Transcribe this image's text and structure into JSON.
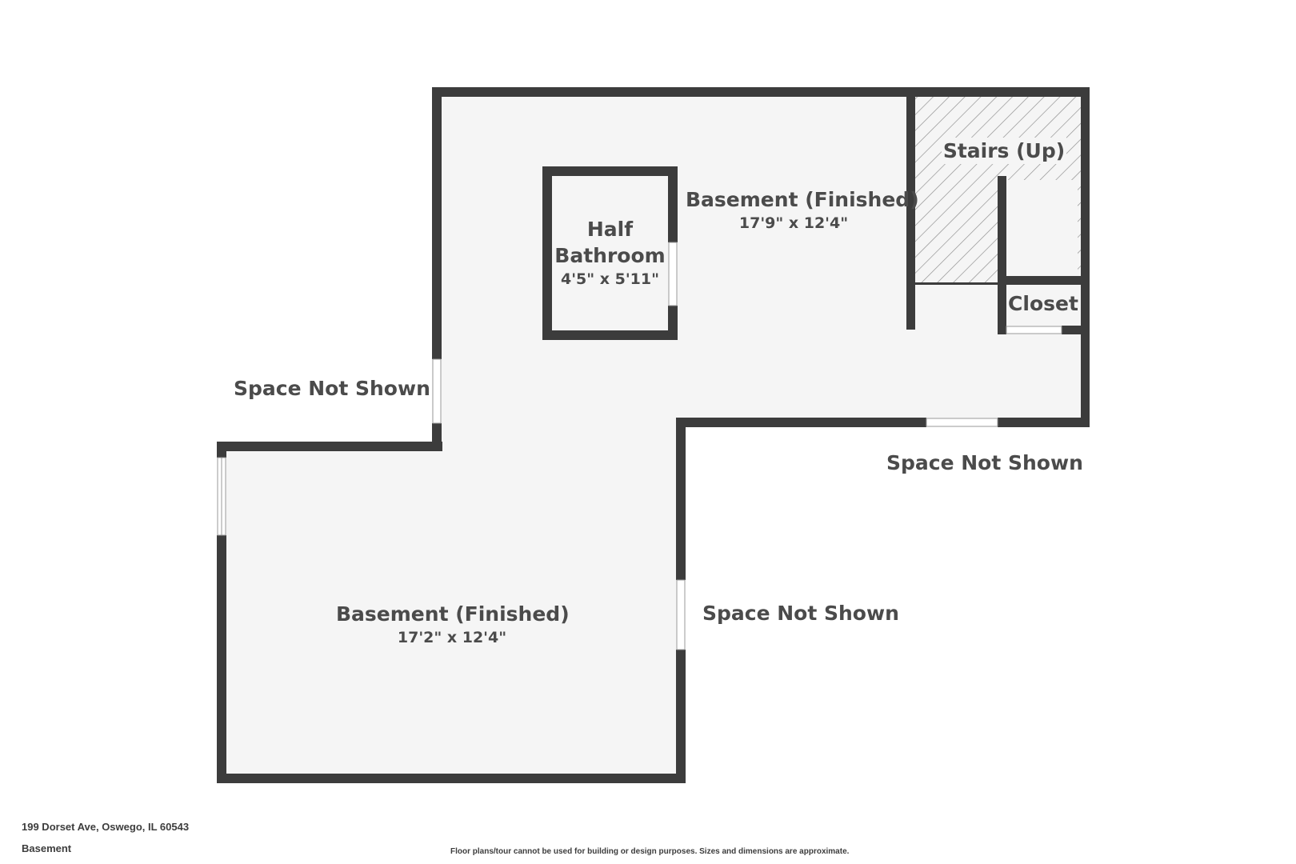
{
  "rooms": {
    "basement_upper": {
      "name": "Basement (Finished)",
      "dims": "17'9\" x 12'4\""
    },
    "basement_lower": {
      "name": "Basement (Finished)",
      "dims": "17'2\" x 12'4\""
    },
    "half_bath": {
      "name_line1": "Half",
      "name_line2": "Bathroom",
      "dims": "4'5\" x 5'11\""
    },
    "stairs": {
      "name": "Stairs (Up)"
    },
    "closet": {
      "name": "Closet"
    }
  },
  "outside_labels": {
    "left": "Space Not Shown",
    "right_top": "Space Not Shown",
    "right_middle": "Space Not Shown"
  },
  "footer": {
    "address": "199 Dorset Ave, Oswego, IL 60543",
    "floor": "Basement",
    "disclaimer": "Floor plans/tour cannot be used for building or design purposes. Sizes and dimensions are approximate."
  },
  "colors": {
    "wall": "#3c3c3c",
    "floor": "#f5f5f5",
    "hatch": "#8a8a8a"
  }
}
